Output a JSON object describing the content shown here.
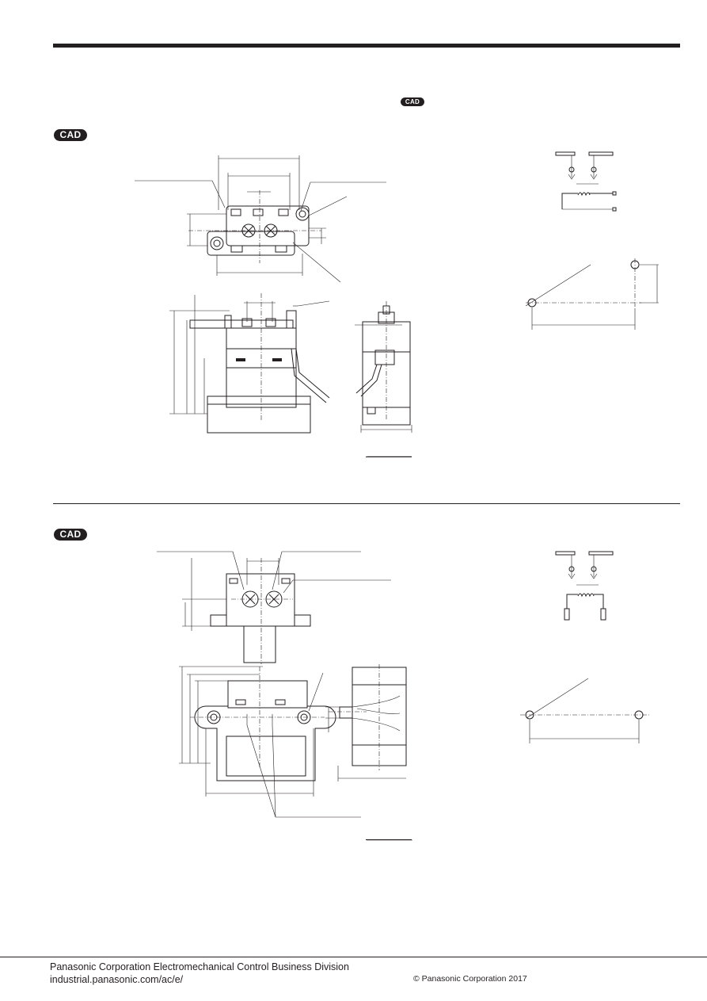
{
  "badges": {
    "cad_top_small": "CAD",
    "cad_section1": "CAD",
    "cad_section2": "CAD"
  },
  "footer": {
    "company": "Panasonic Corporation Electromechanical Control Business Division",
    "url": "industrial.panasonic.com/ac/e/",
    "copyright": "© Panasonic Corporation 2017"
  },
  "colors": {
    "ink": "#231f20",
    "paper": "#ffffff"
  }
}
